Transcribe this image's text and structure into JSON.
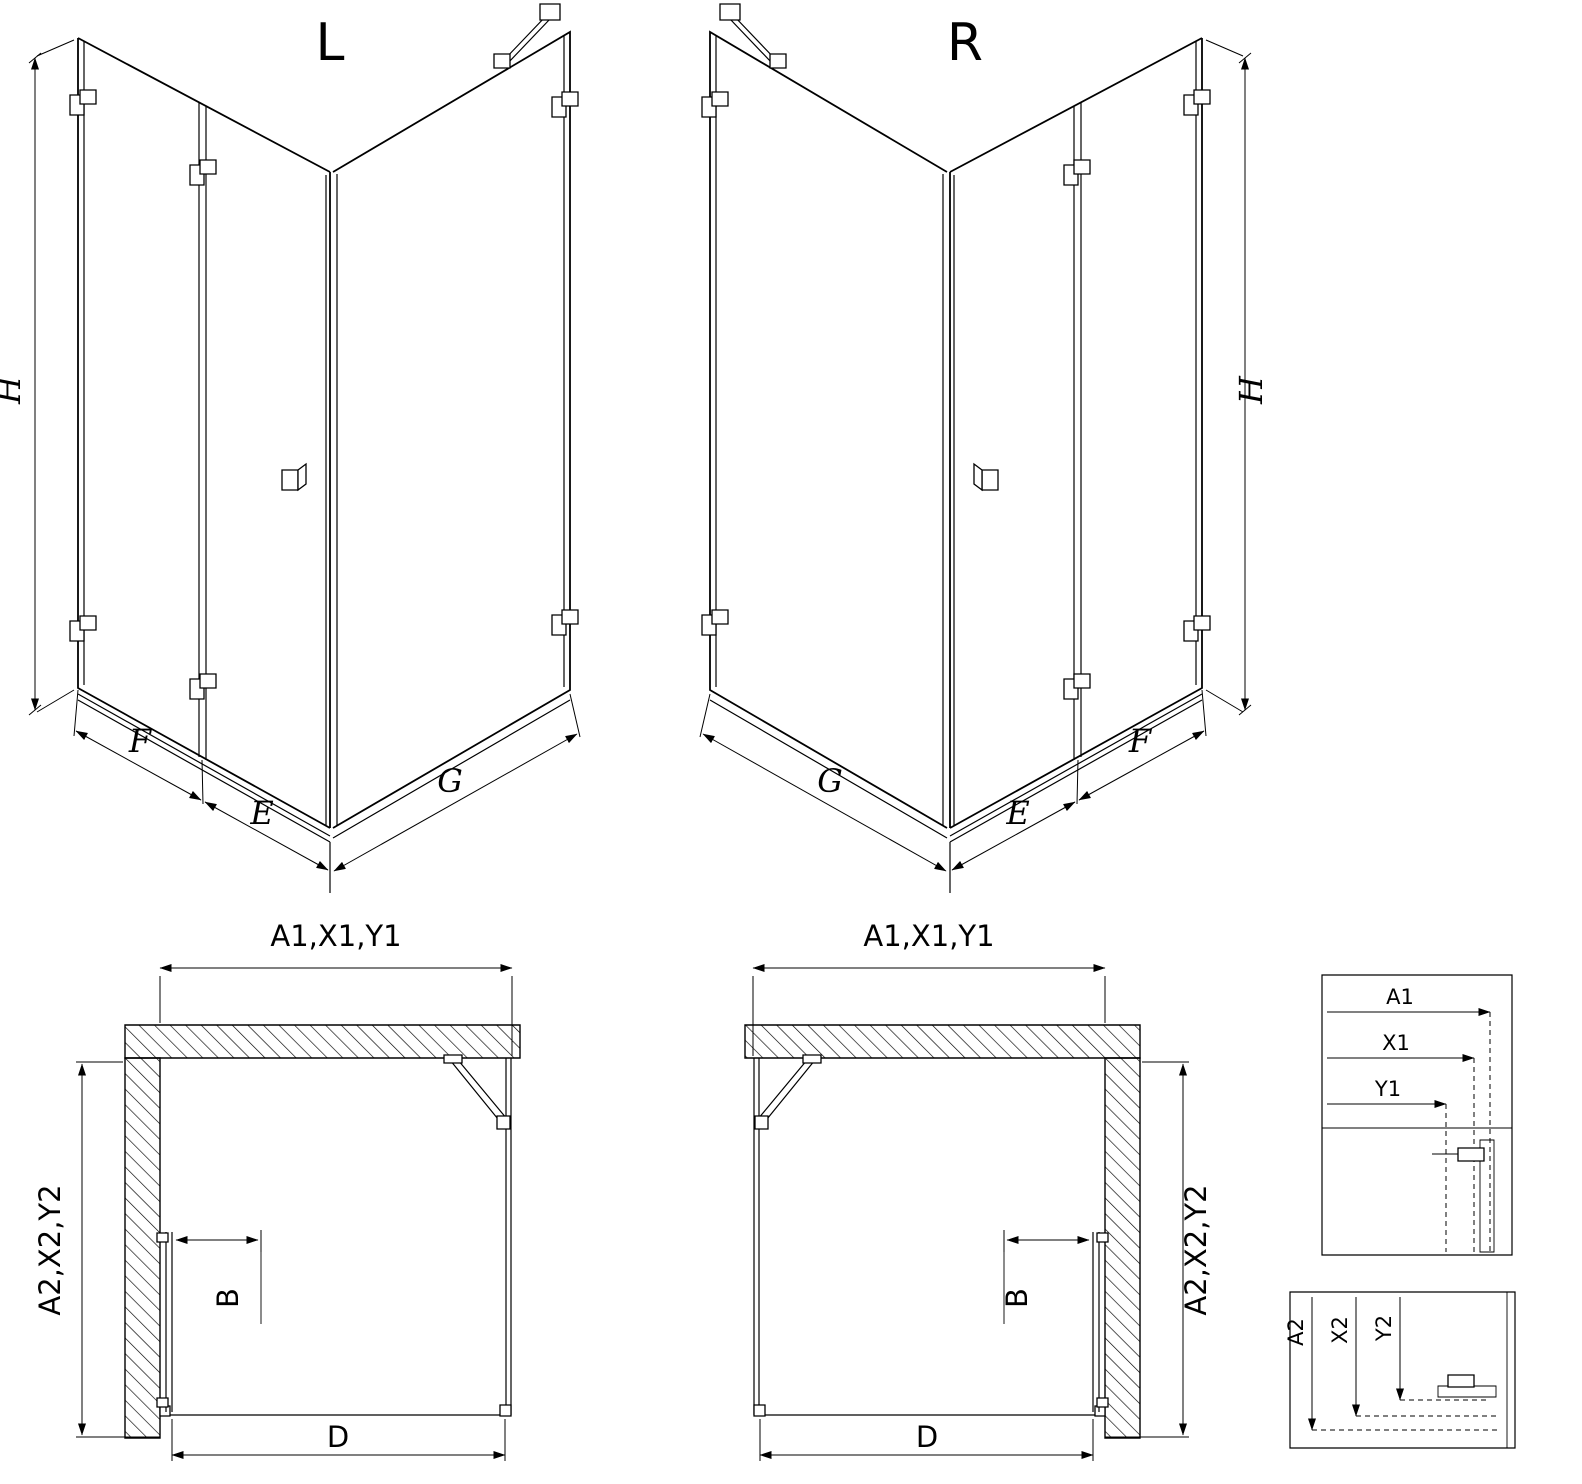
{
  "colors": {
    "line": "#000000",
    "background": "#ffffff"
  },
  "iso_left": {
    "variant": "L",
    "dim_height": "H",
    "dim_fixed": "F",
    "dim_door": "E",
    "dim_side": "G"
  },
  "iso_right": {
    "variant": "R",
    "dim_height": "H",
    "dim_fixed": "F",
    "dim_door": "E",
    "dim_side": "G"
  },
  "plan_left": {
    "dim_top": "A1,X1,Y1",
    "dim_side": "A2,X2,Y2",
    "dim_door": "B",
    "dim_bottom": "D"
  },
  "plan_right": {
    "dim_top": "A1,X1,Y1",
    "dim_side": "A2,X2,Y2",
    "dim_door": "B",
    "dim_bottom": "D"
  },
  "detail_top": {
    "dim_a1": "A1",
    "dim_x1": "X1",
    "dim_y1": "Y1"
  },
  "detail_bottom": {
    "dim_a2": "A2",
    "dim_x2": "X2",
    "dim_y2": "Y2"
  }
}
